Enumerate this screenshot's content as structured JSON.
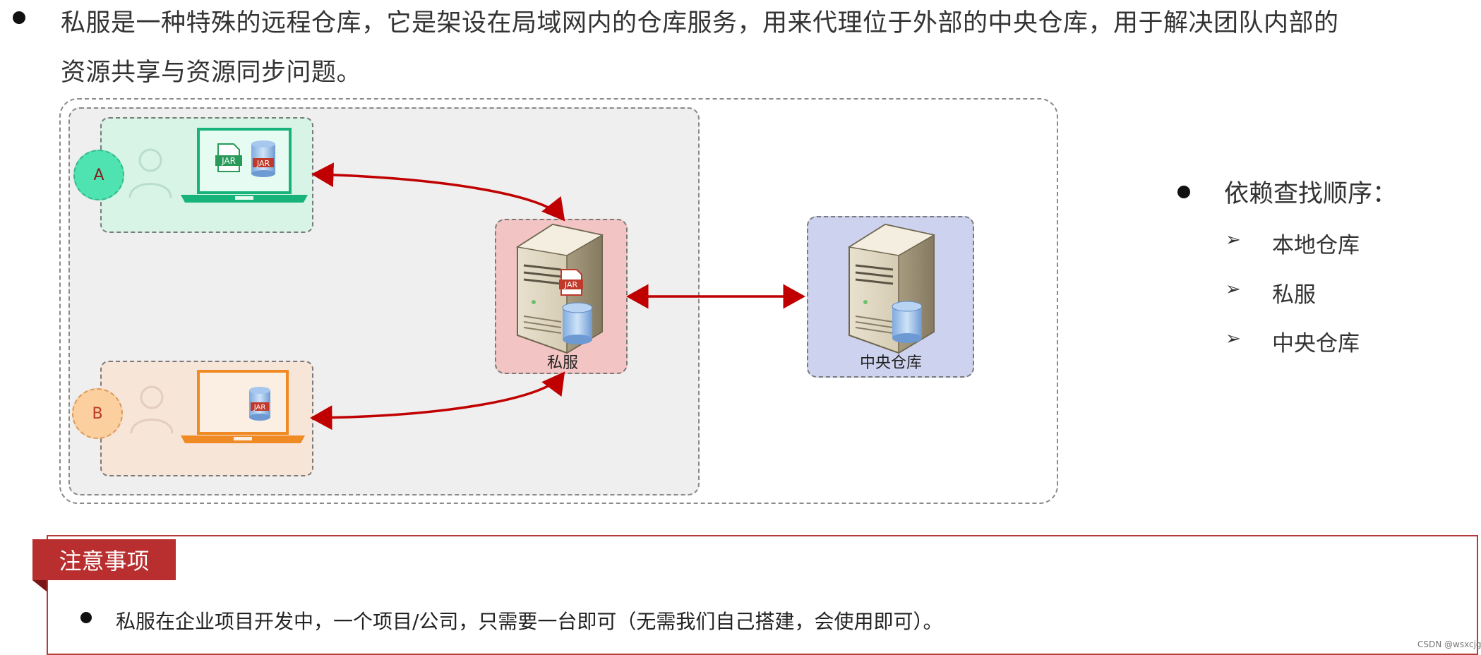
{
  "intro": {
    "line1": "私服是一种特殊的远程仓库，它是架设在局域网内的仓库服务，用来代理位于外部的中央仓库，用于解决团队内部的",
    "line2": "资源共享与资源同步问题。"
  },
  "diagram": {
    "client_a_label": "A",
    "client_b_label": "B",
    "jar_text": "JAR",
    "private_server_label": "私服",
    "central_repo_label": "中央仓库"
  },
  "lookup_order": {
    "title": "依赖查找顺序：",
    "items": [
      "本地仓库",
      "私服",
      "中央仓库"
    ]
  },
  "notice": {
    "tab_label": "注意事项",
    "text": "私服在企业项目开发中，一个项目/公司，只需要一台即可（无需我们自己搭建，会使用即可）。"
  },
  "watermark": "CSDN @wsxcjg",
  "colors": {
    "arrow": "#c00000",
    "notice_red": "#b92e2e",
    "laptop_green": "#16b37a",
    "laptop_orange": "#f08a24",
    "jar_green": "#2a9a5a",
    "jar_red": "#c0392b"
  }
}
